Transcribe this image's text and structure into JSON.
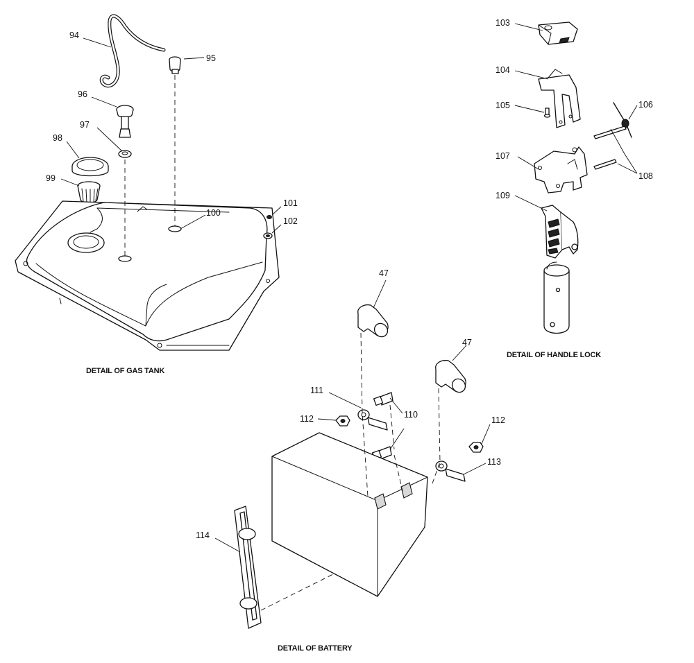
{
  "captions": {
    "gas_tank": "DETAIL OF GAS TANK",
    "handle_lock": "DETAIL OF HANDLE LOCK",
    "battery": "DETAIL OF BATTERY"
  },
  "callouts": {
    "c94": "94",
    "c95": "95",
    "c96": "96",
    "c97": "97",
    "c98": "98",
    "c99": "99",
    "c100": "100",
    "c101": "101",
    "c102": "102",
    "c103": "103",
    "c104": "104",
    "c105": "105",
    "c106": "106",
    "c107": "107",
    "c108": "108",
    "c109": "109",
    "c47a": "47",
    "c47b": "47",
    "c110": "110",
    "c111": "111",
    "c112a": "112",
    "c112b": "112",
    "c113": "113",
    "c114": "114"
  }
}
